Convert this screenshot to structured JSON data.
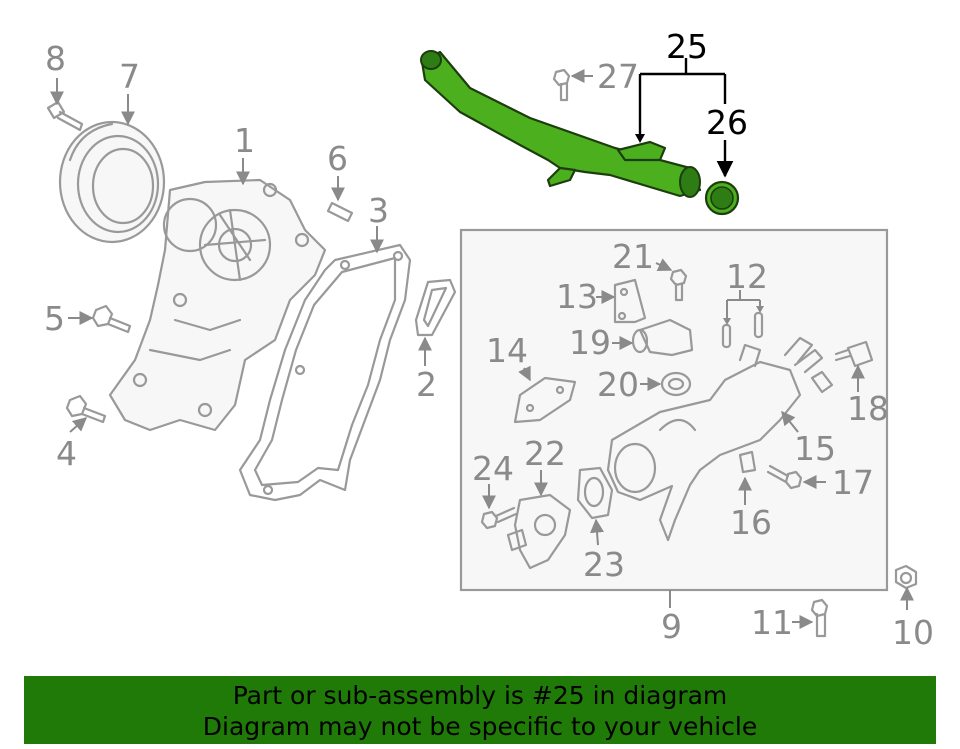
{
  "callouts": {
    "c1": "1",
    "c2": "2",
    "c3": "3",
    "c4": "4",
    "c5": "5",
    "c6": "6",
    "c7": "7",
    "c8": "8",
    "c9": "9",
    "c10": "10",
    "c11": "11",
    "c12": "12",
    "c13": "13",
    "c14": "14",
    "c15": "15",
    "c16": "16",
    "c17": "17",
    "c18": "18",
    "c19": "19",
    "c20": "20",
    "c21": "21",
    "c22": "22",
    "c23": "23",
    "c24": "24",
    "c25": "25",
    "c26": "26",
    "c27": "27"
  },
  "highlighted_parts": [
    "25",
    "26"
  ],
  "colors": {
    "highlight": "#4caf1e",
    "banner": "#1f7a08",
    "part_line": "#999999"
  },
  "banner": {
    "line1": "Part or sub-assembly is #25 in diagram",
    "line2": "Diagram may not be specific to your vehicle"
  }
}
